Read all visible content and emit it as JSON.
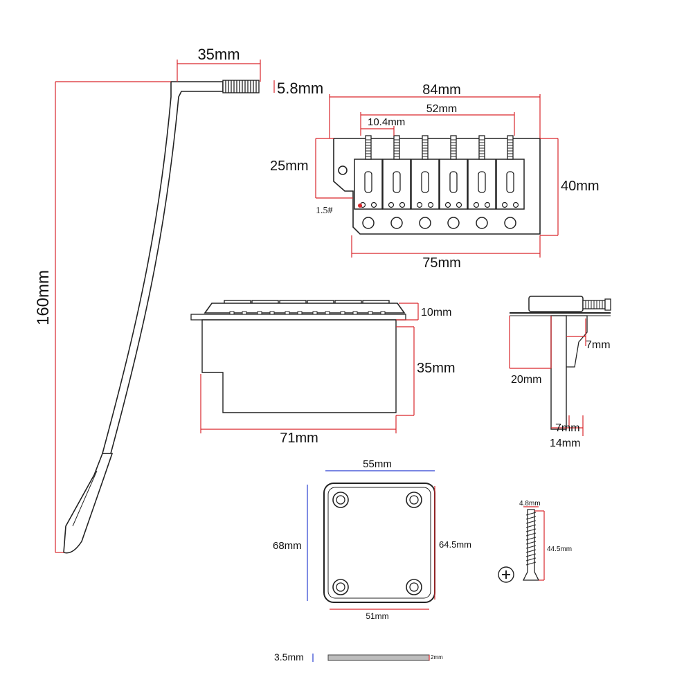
{
  "labels": {
    "bar_width": "35mm",
    "bar_thread": "5.8mm",
    "bar_length": "160mm",
    "top_width": "84mm",
    "top_span": "52mm",
    "top_spacing": "10.4mm",
    "top_height_small": "25mm",
    "top_height": "40mm",
    "top_screw": "1.5#",
    "top_bottom_width": "75mm",
    "side_height_small": "10mm",
    "side_block_height": "35mm",
    "side_width": "71mm",
    "end_7mm_top": "7mm",
    "end_20mm": "20mm",
    "end_7mm_bottom": "7mm",
    "end_14mm": "14mm",
    "plate_width": "55mm",
    "plate_height": "68mm",
    "plate_inner_height": "64.5mm",
    "plate_inner_width": "51mm",
    "screw_head": "4.8mm",
    "screw_length": "44.5mm",
    "thickness": "3.5mm",
    "thickness_small": "2mm"
  }
}
